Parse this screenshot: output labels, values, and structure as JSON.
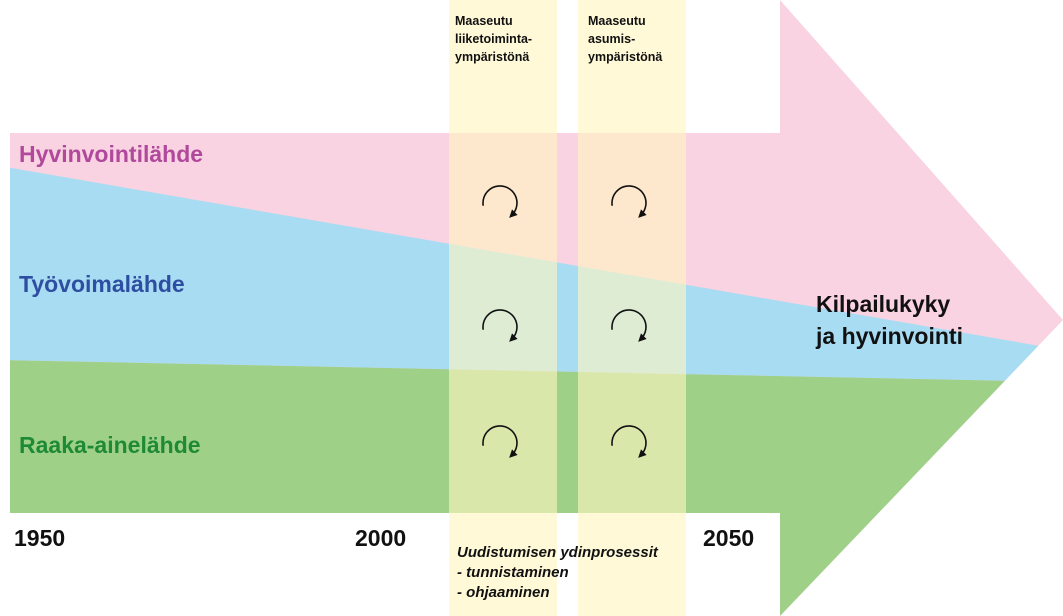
{
  "layers": {
    "wellbeing": {
      "label": "Hyvinvointilähde",
      "color": "#f9d3e2",
      "text_color": "#b0499b"
    },
    "labor": {
      "label": "Työvoimalähde",
      "color": "#a8dcf3",
      "text_color": "#2e4ea1"
    },
    "raw_material": {
      "label": "Raaka-ainelähde",
      "color": "#9fd088",
      "text_color": "#1e8a35"
    }
  },
  "columns": {
    "business": {
      "line1": "Maaseutu",
      "line2": "liiketoiminta-",
      "line3": "ympäristönä"
    },
    "living": {
      "line1": "Maaseutu",
      "line2": "asumis-",
      "line3": "ympäristönä"
    },
    "color": "#fff6c0"
  },
  "years": [
    "1950",
    "2000",
    "2050"
  ],
  "result": {
    "line1": "Kilpailukyky",
    "line2": "ja hyvinvointi"
  },
  "process": {
    "title": "Uudistumisen ydinprosessit",
    "item1": "- tunnistaminen",
    "item2": "- ohjaaminen"
  },
  "cycle_icon": "clockwise-cycle-arrow-icon"
}
